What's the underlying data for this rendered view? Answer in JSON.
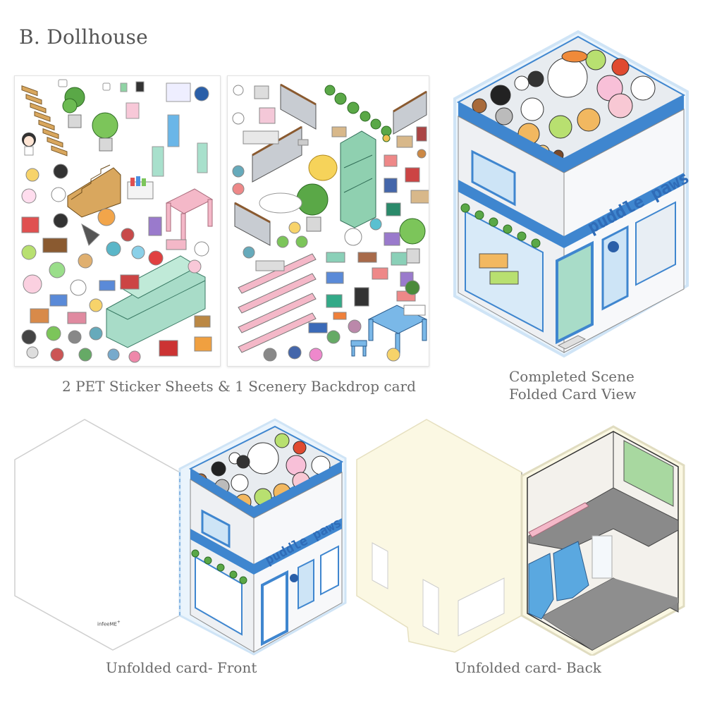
{
  "page": {
    "title": "B. Dollhouse"
  },
  "panels": {
    "sticker_sheets": {
      "caption": "2 PET Sticker Sheets & 1 Scenery Backdrop card",
      "sheet_count": 2
    },
    "completed_scene": {
      "caption_line1": "Completed Scene",
      "caption_line2": "Folded Card View",
      "shop_sign": "puddle paws"
    },
    "unfolded_front": {
      "caption": "Unfolded card- Front",
      "shop_sign": "puddle paws",
      "brand_logo": "infeeME",
      "brand_logo_mark": "+"
    },
    "unfolded_back": {
      "caption": "Unfolded card- Back"
    }
  },
  "colors": {
    "building_blue": "#3f86cf",
    "building_light_blue": "#a9d0f0",
    "wall_white": "#eef0f3",
    "card_cream": "#fbf8e3",
    "floor_gray": "#8a8a8a",
    "sticker_pink": "#f4b8c8",
    "sticker_mint": "#a8dcc8",
    "sticker_wood": "#c9974f",
    "text_gray": "#5a5a5a"
  }
}
